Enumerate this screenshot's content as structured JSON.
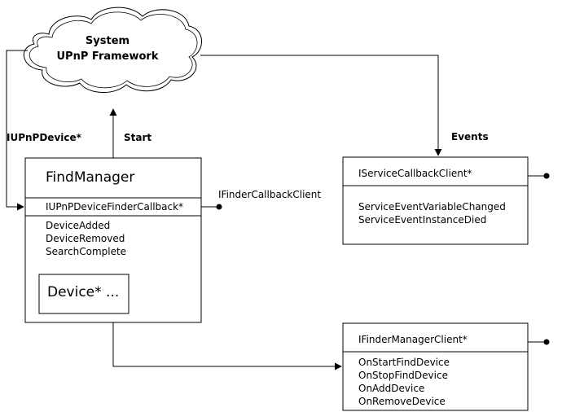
{
  "cloud": {
    "line1": "System",
    "line2": "UPnP Framework"
  },
  "labels": {
    "iupnp_device": "IUPnPDevice*",
    "start": "Start",
    "events": "Events",
    "ifinder_callback_client": "IFinderCallbackClient"
  },
  "find_manager": {
    "title": "FindManager",
    "interface": "IUPnPDeviceFinderCallback*",
    "methods": [
      "DeviceAdded",
      "DeviceRemoved",
      "SearchComplete"
    ],
    "device_box": "Device* ..."
  },
  "service_callback": {
    "interface": "IServiceCallbackClient*",
    "methods": [
      "ServiceEventVariableChanged",
      "ServiceEventInstanceDied"
    ]
  },
  "finder_manager": {
    "interface": "IFinderManagerClient*",
    "methods": [
      "OnStartFindDevice",
      "OnStopFindDevice",
      "OnAddDevice",
      "OnRemoveDevice"
    ]
  }
}
